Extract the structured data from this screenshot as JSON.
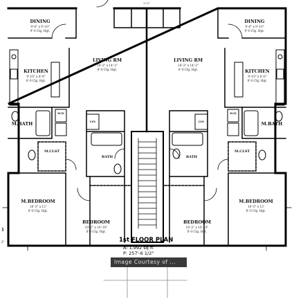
{
  "plan": {
    "title": "1st FLOOR PLAN",
    "area": "A: 1,992 sq ft",
    "perimeter": "P: 257'-6 1/2\"",
    "watermark": "Image Courtesy of ...",
    "left_unit": {
      "dining": {
        "name": "DINING",
        "dims": "9'-0\" x 9'-10\"",
        "ceiling": "9'-0 Clg. Hgt."
      },
      "living": {
        "name": "LIVING RM",
        "dims": "14'-3\" x 14'-2\"",
        "ceiling": "8'-0 Clg. Hgt."
      },
      "kitchen": {
        "name": "KITCHEN",
        "dims": "9'-10\" x 8'-6\"",
        "ceiling": "8'-0 Clg. Hgt."
      },
      "mbath": {
        "name": "M.BATH"
      },
      "wic": {
        "name": "M.CLST"
      },
      "mbedroom": {
        "name": "M.BEDROOM",
        "dims": "10'-3\" x 13'",
        "ceiling": "8'-0 Clg. Hgt."
      },
      "bath": {
        "name": "BATH"
      },
      "bedroom": {
        "name": "BEDROOM",
        "dims": "10'-2\" x 10'-10\"",
        "ceiling": "8'-0 Clg. Hgt."
      },
      "wd": {
        "name": "W/D"
      },
      "linen": {
        "name": "LIN"
      }
    },
    "right_unit": {
      "dining": {
        "name": "DINING",
        "dims": "9'-0\" x 9'-10\"",
        "ceiling": "9'-0 Clg. Hgt."
      },
      "living": {
        "name": "LIVING RM",
        "dims": "14'-3\" x 14'-2\"",
        "ceiling": "8'-0 Clg. Hgt."
      },
      "kitchen": {
        "name": "KITCHEN",
        "dims": "9'-10\" x 8'-6\"",
        "ceiling": "8'-0 Clg. Hgt."
      },
      "mbath": {
        "name": "M.BATH"
      },
      "wic": {
        "name": "M.CLST"
      },
      "mbedroom": {
        "name": "M.BEDROOM",
        "dims": "10'-3\" x 13'",
        "ceiling": "8'-0 Clg. Hgt."
      },
      "bath": {
        "name": "BATH"
      },
      "bedroom": {
        "name": "BEDROOM",
        "dims": "10'-2\" x 10'-10\"",
        "ceiling": "8'-0 Clg. Hgt."
      },
      "wd": {
        "name": "W/D"
      },
      "linen": {
        "name": "LIN"
      }
    },
    "edge_marks": {
      "left_top": "1",
      "left_bottom": "2'",
      "top": "2'-0\""
    }
  }
}
